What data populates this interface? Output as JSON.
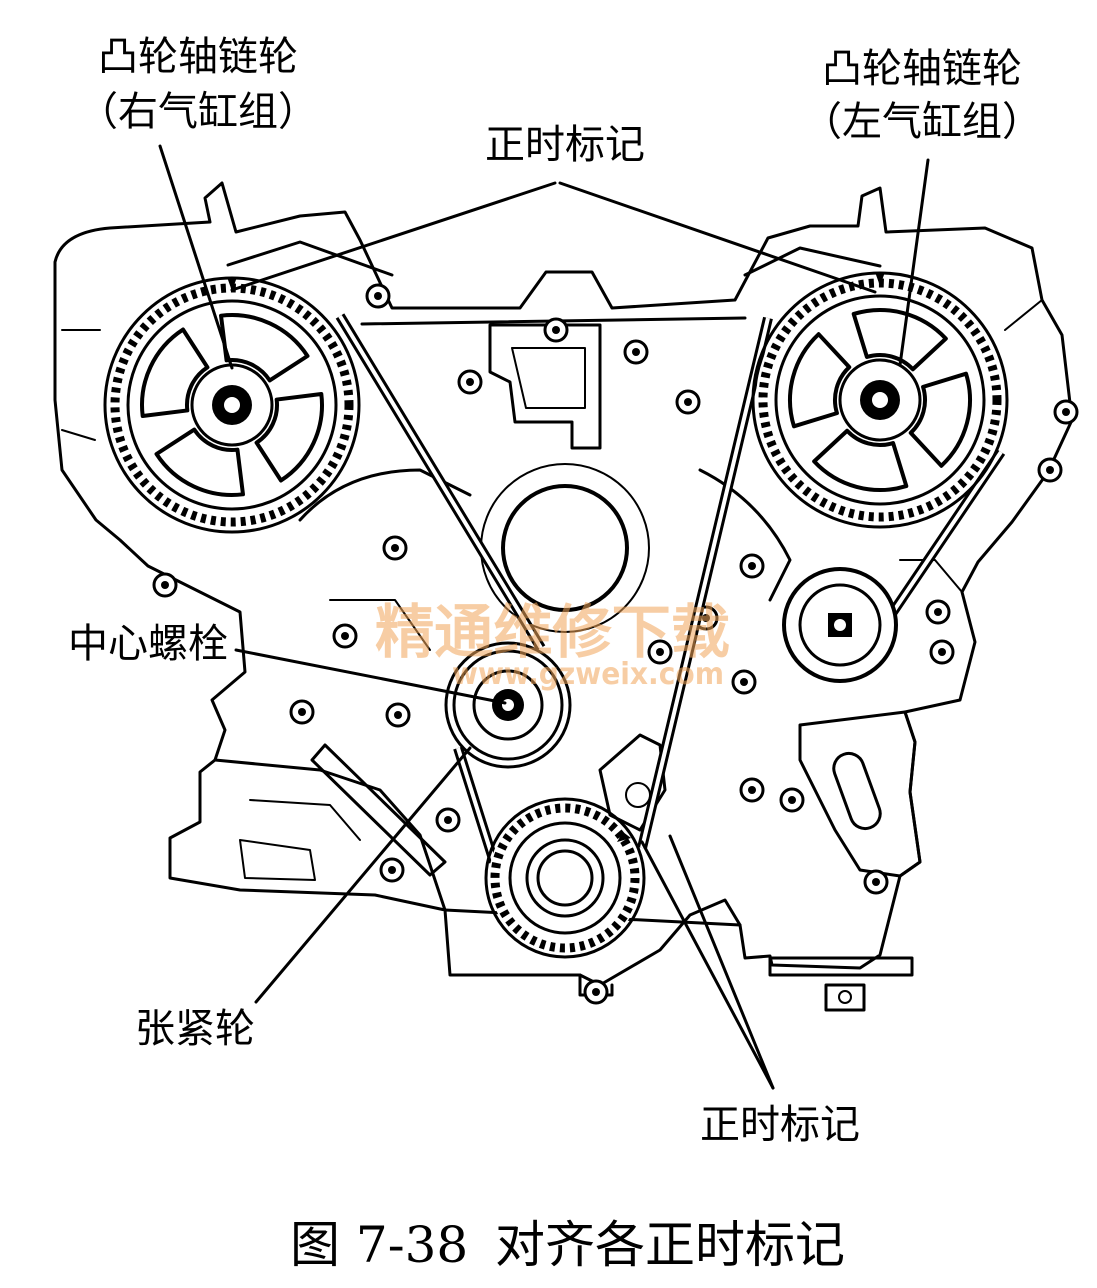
{
  "figure": {
    "labels": {
      "camshaft_sprocket_right_bank": {
        "name": "凸轮轴链轮",
        "bank": "（右气缸组）"
      },
      "camshaft_sprocket_left_bank": {
        "name": "凸轮轴链轮",
        "bank": "（左气缸组）"
      },
      "timing_marks_top": "正时标记",
      "center_bolt": "中心螺栓",
      "tensioner_pulley": "张紧轮",
      "timing_marks_bottom": "正时标记"
    },
    "caption": {
      "number": "图 7-38",
      "title": "对齐各正时标记"
    }
  },
  "watermark": {
    "text": "精通维修下载",
    "url": "www.gzweix.com",
    "color": "#f2a65a"
  },
  "colors": {
    "line": "#000000",
    "background": "#ffffff"
  }
}
